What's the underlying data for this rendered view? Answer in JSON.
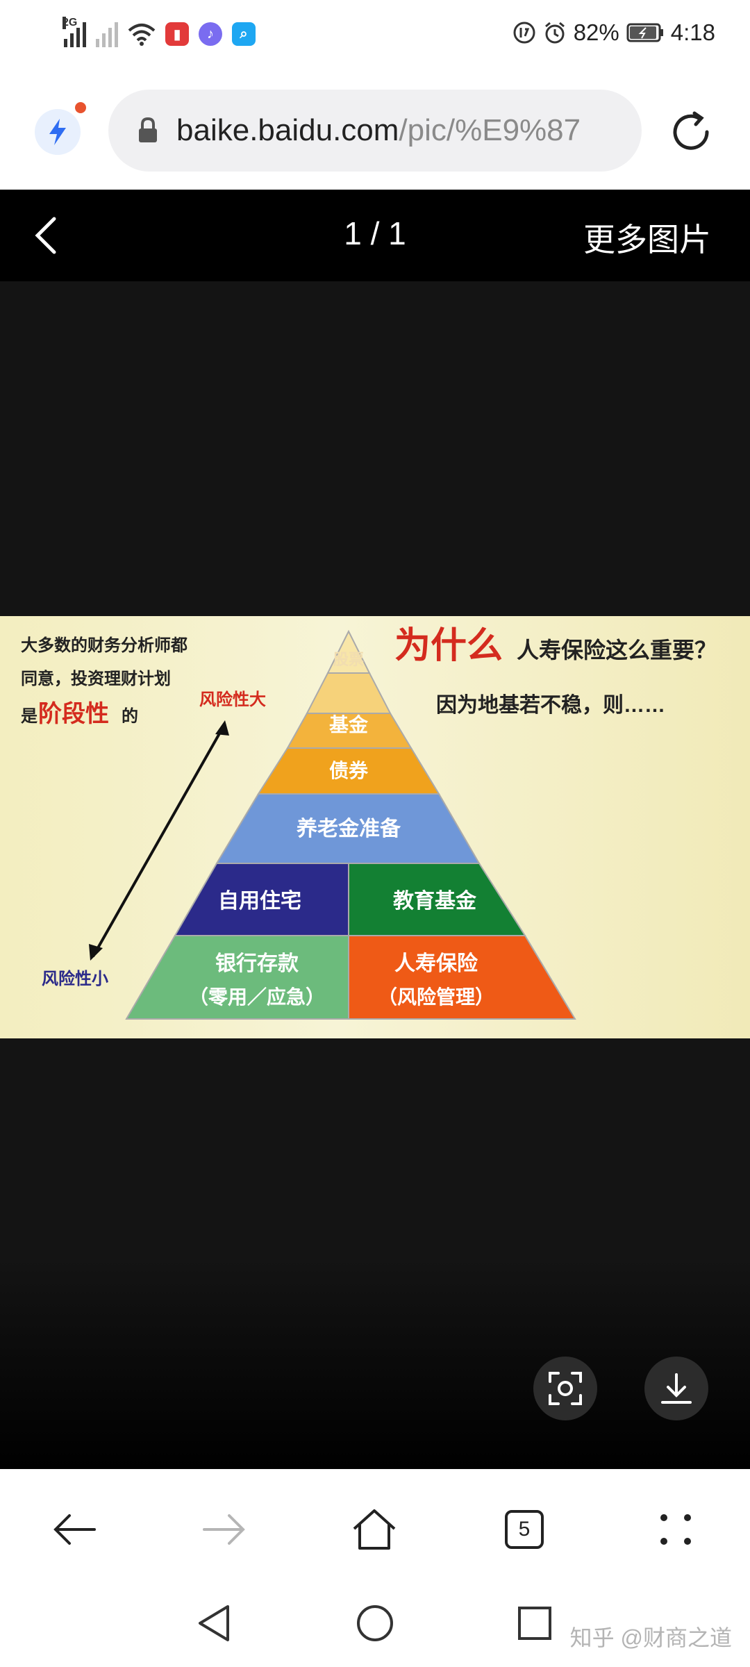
{
  "status_bar": {
    "network_tag": "2G",
    "battery": "82%",
    "time": "4:18",
    "icons": [
      "signal-icon",
      "signal-icon",
      "wifi-icon",
      "book-app-icon",
      "music-app-icon",
      "search-app-icon",
      "data-saver-icon",
      "alarm-icon",
      "battery-icon"
    ]
  },
  "address_bar": {
    "domain": "baike.baidu.com",
    "path": "/pic/%E9%87"
  },
  "viewer": {
    "counter": "1 / 1",
    "more_pictures": "更多图片"
  },
  "picture": {
    "left_text": [
      "大多数的财务分析师都",
      "同意，投资理财计划",
      "是",
      "阶段性",
      "的"
    ],
    "risk_high": "风险性大",
    "risk_low": "风险性小",
    "headline_red": "为什么",
    "headline_rest": "人寿保险这么重要？",
    "subline": "因为地基若不稳，则……",
    "pyramid": {
      "top": "股票",
      "level2": "基金",
      "level3": "债券",
      "level4": "养老金准备",
      "level5_left": "自用住宅",
      "level5_right": "教育基金",
      "base_left_1": "银行存款",
      "base_left_2": "（零用／应急）",
      "base_right_1": "人寿保险",
      "base_right_2": "（风险管理）"
    },
    "colors": {
      "accent_red": "#d42b1e",
      "pale_yellow": "#f6d27a",
      "gold": "#f3b33c",
      "orange": "#f0a21d",
      "blue": "#6f97d8",
      "navy": "#2b2a8a",
      "green": "#138033",
      "light_green": "#6cbb7c",
      "orange_red": "#ef5a16"
    }
  },
  "watermark": "知乎 @财商之道",
  "toolbar": {
    "tabs_count": "5"
  }
}
